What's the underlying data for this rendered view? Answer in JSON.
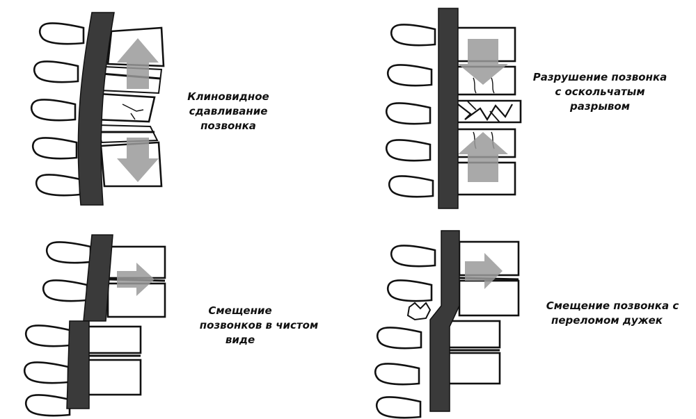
{
  "panels": [
    {
      "id": "wedge",
      "caption": [
        "Клиновидное",
        "сдавливание",
        "позвонка"
      ]
    },
    {
      "id": "burst",
      "caption": [
        "Разрушение позвонка",
        "с оскольчатым",
        "разрывом"
      ]
    },
    {
      "id": "shift",
      "caption": [
        "Смещение",
        "позвонков в чистом",
        "виде"
      ]
    },
    {
      "id": "fracture",
      "caption": [
        "Смещение позвонка с",
        "переломом дужек"
      ]
    }
  ],
  "colors": {
    "ink": "#111111",
    "ligament": "#3a3a3a",
    "arrow": "#9a9a9a",
    "bone": "#ffffff"
  }
}
